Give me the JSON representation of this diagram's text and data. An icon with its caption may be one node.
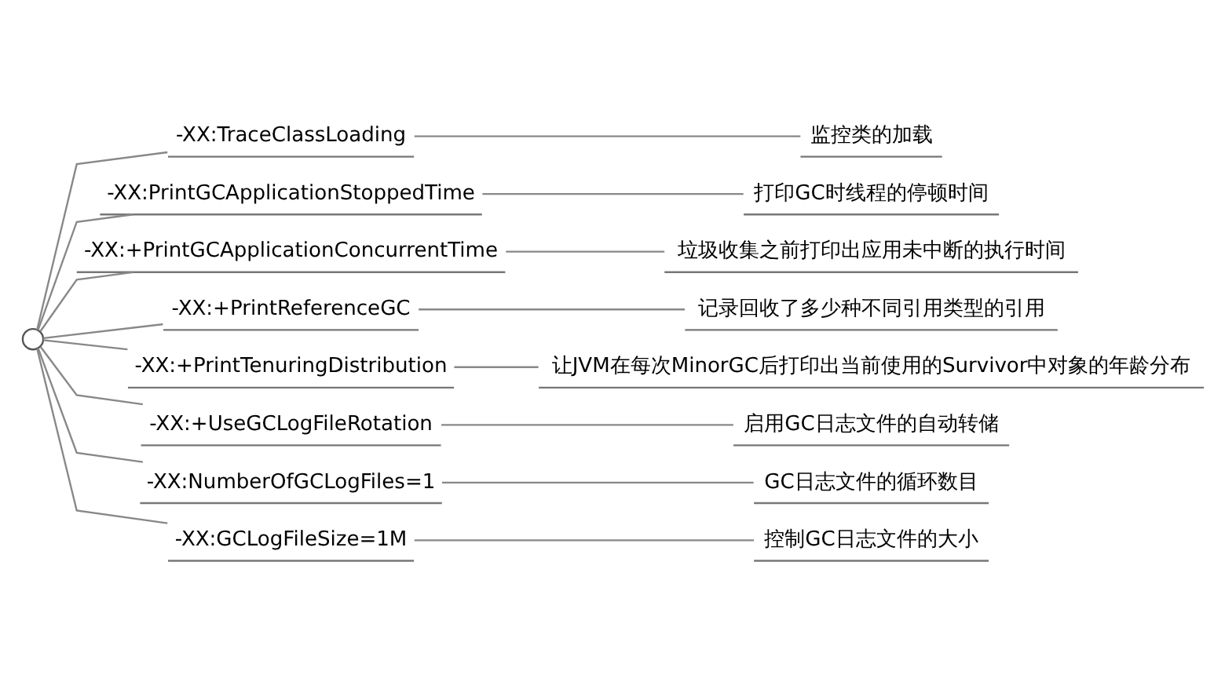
{
  "diagram": {
    "nodes": [
      {
        "text": [],
        "shape": "circle"
      },
      {
        "text": [
          "-XX:TraceClassLoading"
        ]
      },
      {
        "text": [
          "监控类的加载"
        ]
      },
      {
        "text": [
          "-XX:PrintGCApplicationStoppedTime"
        ]
      },
      {
        "text": [
          "打印GC时线程的停顿时间"
        ]
      },
      {
        "text": [
          "-XX:+PrintGCApplicationConcurrentTime"
        ]
      },
      {
        "text": [
          "垃圾收集之前打印出应用未中断的执行时间"
        ]
      },
      {
        "text": [
          "-XX:+PrintReferenceGC"
        ]
      },
      {
        "text": [
          "记录回收了多少种不同引用类型的引用"
        ]
      },
      {
        "text": [
          "-XX:+PrintTenuringDistribution"
        ]
      },
      {
        "text": [
          "让JVM在每次MinorGC后打印出当前使用的Survivor中对象的年龄分布"
        ]
      },
      {
        "text": [
          "-XX:+UseGCLogFileRotation"
        ]
      },
      {
        "text": [
          "启用GC日志文件的自动转储"
        ]
      },
      {
        "text": [
          "-XX:NumberOfGCLogFiles=1"
        ]
      },
      {
        "text": [
          "GC日志文件的循环数目"
        ]
      },
      {
        "text": [
          "-XX:GCLogFileSize=1M"
        ]
      },
      {
        "text": [
          "控制GC日志文件的大小"
        ]
      }
    ],
    "edges": [
      {
        "from": 0,
        "to": 1,
        "arrow": "none"
      },
      {
        "from": 1,
        "to": 2,
        "arrow": "none"
      },
      {
        "from": 0,
        "to": 3,
        "arrow": "none"
      },
      {
        "from": 3,
        "to": 4,
        "arrow": "none"
      },
      {
        "from": 0,
        "to": 5,
        "arrow": "none"
      },
      {
        "from": 5,
        "to": 6,
        "arrow": "none"
      },
      {
        "from": 0,
        "to": 7,
        "arrow": "none"
      },
      {
        "from": 7,
        "to": 8,
        "arrow": "none"
      },
      {
        "from": 0,
        "to": 9,
        "arrow": "none"
      },
      {
        "from": 9,
        "to": 10,
        "arrow": "none"
      },
      {
        "from": 0,
        "to": 11,
        "arrow": "none"
      },
      {
        "from": 11,
        "to": 12,
        "arrow": "none"
      },
      {
        "from": 0,
        "to": 13,
        "arrow": "none"
      },
      {
        "from": 13,
        "to": 14,
        "arrow": "none"
      },
      {
        "from": 0,
        "to": 15,
        "arrow": "none"
      },
      {
        "from": 15,
        "to": 16,
        "arrow": "none"
      }
    ]
  }
}
